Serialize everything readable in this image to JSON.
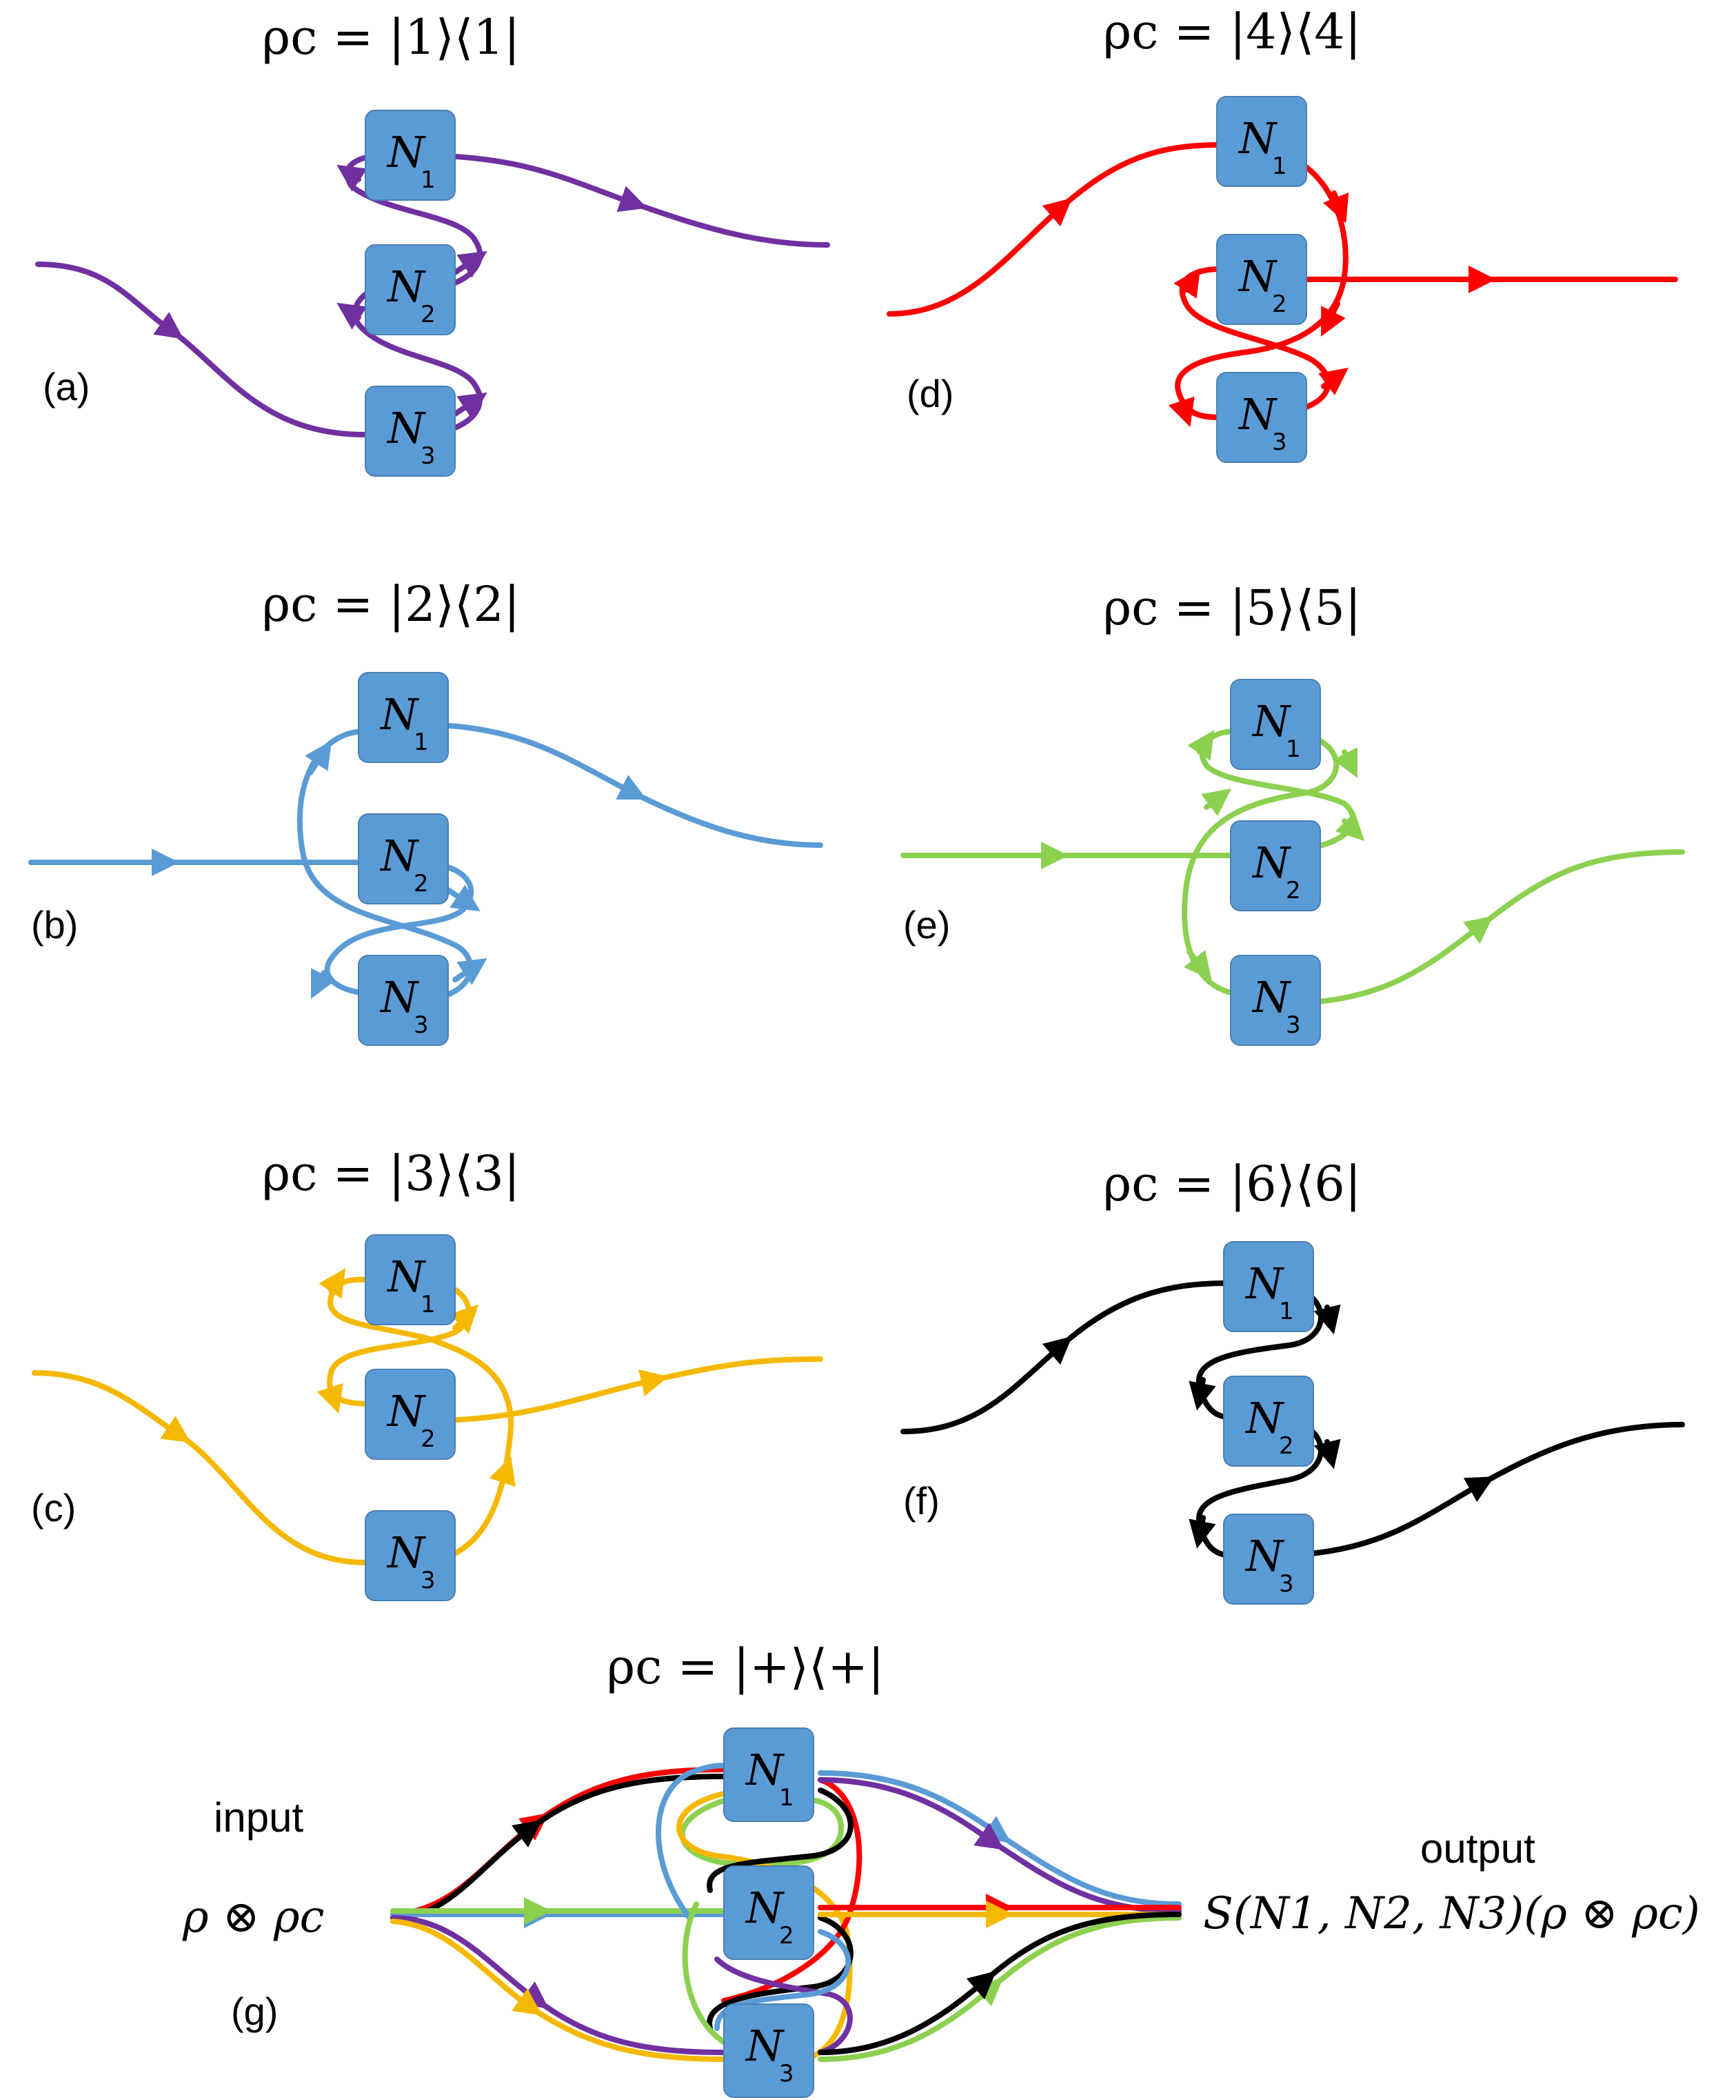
{
  "colors": {
    "box": "#5b9bd5",
    "purple": "#7030a0",
    "blue": "#5b9bd5",
    "yellow": "#f5b800",
    "red": "#ff0000",
    "green": "#8cd050",
    "black": "#000000"
  },
  "node_labels": {
    "letter": "N",
    "subs": [
      "1",
      "2",
      "3"
    ]
  },
  "panels": [
    {
      "id": "a",
      "label": "(a)",
      "title": "ρc = |1⟩⟨1|",
      "color": "purple"
    },
    {
      "id": "b",
      "label": "(b)",
      "title": "ρc = |2⟩⟨2|",
      "color": "blue"
    },
    {
      "id": "c",
      "label": "(c)",
      "title": "ρc = |3⟩⟨3|",
      "color": "yellow"
    },
    {
      "id": "d",
      "label": "(d)",
      "title": "ρc = |4⟩⟨4|",
      "color": "red"
    },
    {
      "id": "e",
      "label": "(e)",
      "title": "ρc = |5⟩⟨5|",
      "color": "green"
    },
    {
      "id": "f",
      "label": "(f)",
      "title": "ρc = |6⟩⟨6|",
      "color": "black"
    }
  ],
  "panel_g": {
    "label": "(g)",
    "title": "ρc = |+⟩⟨+|",
    "input_word": "input",
    "input_state": "ρ ⊗ ρc",
    "output_word": "output",
    "output_state": "S(N1, N2, N3)(ρ ⊗ ρc)"
  }
}
